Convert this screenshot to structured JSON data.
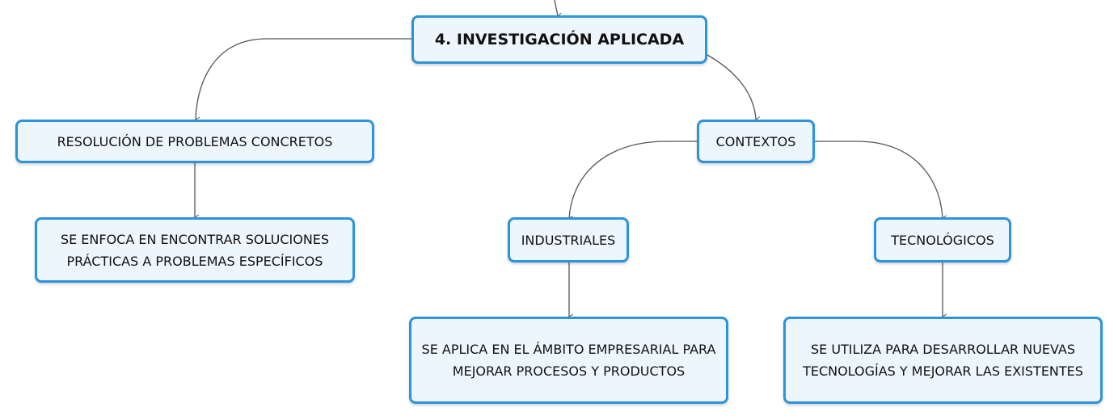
{
  "colors": {
    "node_border": "#2c93dd",
    "node_fill": "#eef6fd",
    "connector": "#555555",
    "text": "#111111"
  },
  "nodes": {
    "root": "4. INVESTIGACIÓN APLICADA",
    "resolucion": "RESOLUCIÓN DE PROBLEMAS CONCRETOS",
    "enfoque_line1": "SE ENFOCA EN ENCONTRAR SOLUCIONES",
    "enfoque_line2": "PRÁCTICAS A PROBLEMAS ESPECÍFICOS",
    "contextos": "CONTEXTOS",
    "industriales": "INDUSTRIALES",
    "tecnologicos": "TECNOLÓGICOS",
    "empresarial_line1": "SE APLICA EN EL ÁMBITO EMPRESARIAL PARA",
    "empresarial_line2": "MEJORAR PROCESOS Y PRODUCTOS",
    "tecnologias_line1": "SE UTILIZA PARA DESARROLLAR NUEVAS",
    "tecnologias_line2": "TECNOLOGÍAS Y MEJORAR LAS EXISTENTES"
  }
}
